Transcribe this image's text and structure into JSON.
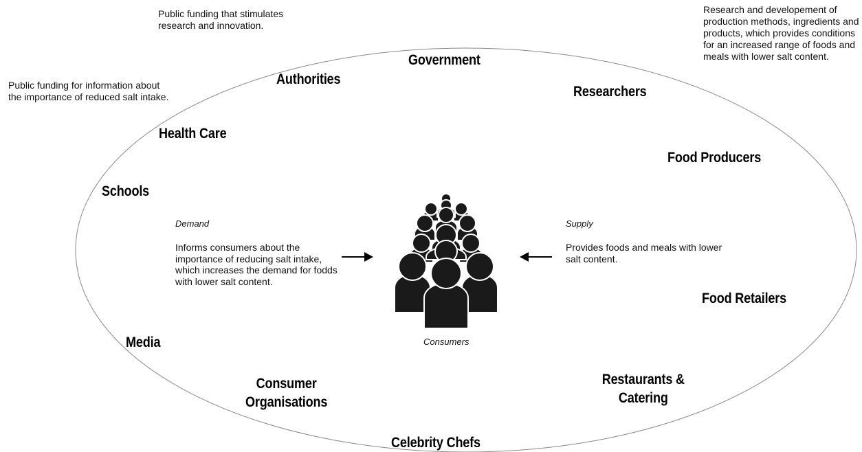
{
  "notes": {
    "top_center": "Public funding that stimulates research and innovation.",
    "top_right": "Research and developement of production methods, ingredients and products, which provides conditions for an increased range of foods and meals with lower salt content.",
    "top_left": "Public funding for information about the importance of reduced salt intake."
  },
  "actors": {
    "government": "Government",
    "authorities": "Authorities",
    "researchers": "Researchers",
    "health_care": "Health Care",
    "food_producers": "Food Producers",
    "schools": "Schools",
    "food_retailers": "Food Retailers",
    "media": "Media",
    "consumer_organisations": "Consumer Organisations",
    "restaurants_catering": "Restaurants & Catering",
    "celebrity_chefs": "Celebrity Chefs"
  },
  "demand": {
    "title": "Demand",
    "text": "Informs consumers about the importance of reducing salt intake, which increases the demand for fodds with lower salt content."
  },
  "supply": {
    "title": "Supply",
    "text": "Provides foods and meals with lower salt content."
  },
  "center": {
    "label": "Consumers",
    "icon": "crowd-icon"
  },
  "colors": {
    "ellipse": "#888888",
    "icon": "#1a1a1a"
  }
}
